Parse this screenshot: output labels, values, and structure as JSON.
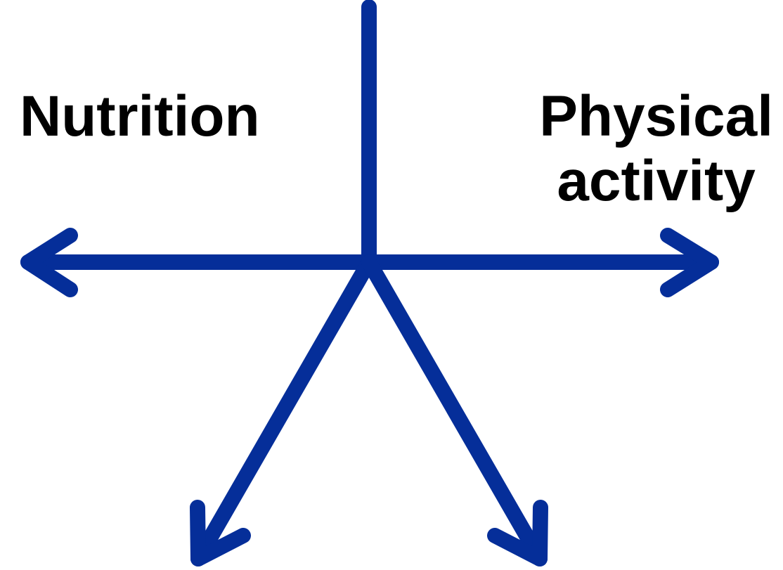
{
  "diagram": {
    "labels": {
      "nutrition": "Nutrition",
      "physical_line1": "Physical",
      "physical_line2": "activity"
    },
    "colors": {
      "arrow": "#052e99",
      "text": "#000000",
      "background": "#ffffff"
    },
    "icons": {
      "left": "arrow-left-icon",
      "right": "arrow-right-icon",
      "down_left": "arrow-down-left-icon",
      "down_right": "arrow-down-right-icon"
    }
  }
}
